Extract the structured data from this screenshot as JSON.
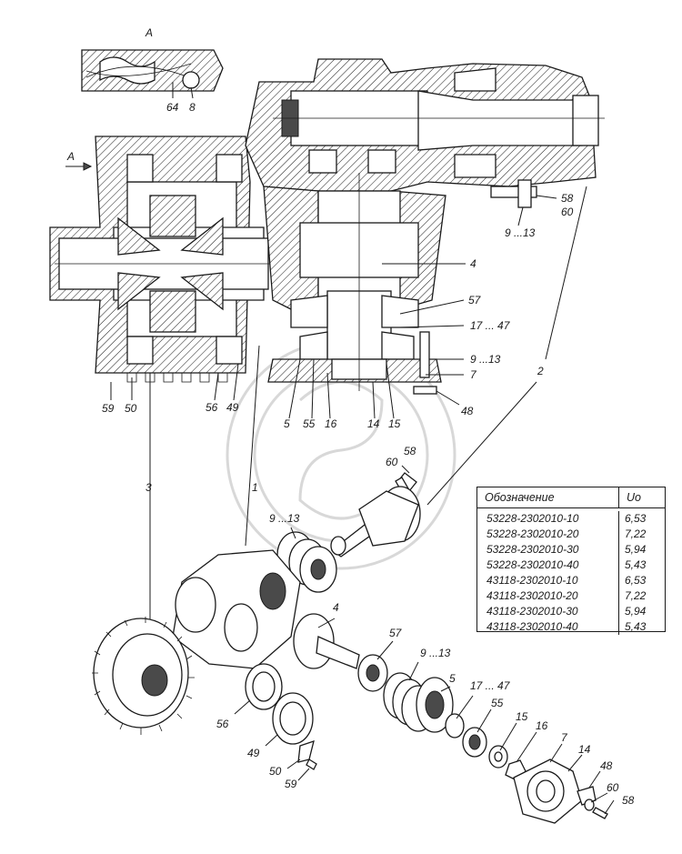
{
  "section_view_label": "A",
  "arrow_label": "A",
  "callouts": {
    "c64": "64",
    "c8": "8",
    "c58a": "58",
    "c60a": "60",
    "c913a": "9 ...13",
    "c4a": "4",
    "c57a": "57",
    "c1747a": "17 ... 47",
    "c913b": "9 ...13",
    "c7a": "7",
    "c48a": "48",
    "c2": "2",
    "c59a": "59",
    "c50a": "50",
    "c56a": "56",
    "c49a": "49",
    "c5a": "5",
    "c55a": "55",
    "c16a": "16",
    "c14a": "14",
    "c15a": "15",
    "c3": "3",
    "c1": "1",
    "c58b": "58",
    "c60b": "60",
    "c913c": "9 ...13",
    "c4b": "4",
    "c57b": "57",
    "c913d": "9 ...13",
    "c5b": "5",
    "c1747b": "17 ... 47",
    "c55b": "55",
    "c15b": "15",
    "c16b": "16",
    "c7b": "7",
    "c14b": "14",
    "c48b": "48",
    "c60c": "60",
    "c58c": "58",
    "c56b": "56",
    "c49b": "49",
    "c50b": "50",
    "c59b": "59"
  },
  "table": {
    "header_designation": "Обозначение",
    "header_ratio": "Uo",
    "rows": [
      {
        "designation": "53228-2302010-10",
        "ratio": "6,53"
      },
      {
        "designation": "53228-2302010-20",
        "ratio": "7,22"
      },
      {
        "designation": "53228-2302010-30",
        "ratio": "5,94"
      },
      {
        "designation": "53228-2302010-40",
        "ratio": "5,43"
      },
      {
        "designation": "43118-2302010-10",
        "ratio": "6,53"
      },
      {
        "designation": "43118-2302010-20",
        "ratio": "7,22"
      },
      {
        "designation": "43118-2302010-30",
        "ratio": "5,94"
      },
      {
        "designation": "43118-2302010-40",
        "ratio": "5,43"
      }
    ]
  }
}
